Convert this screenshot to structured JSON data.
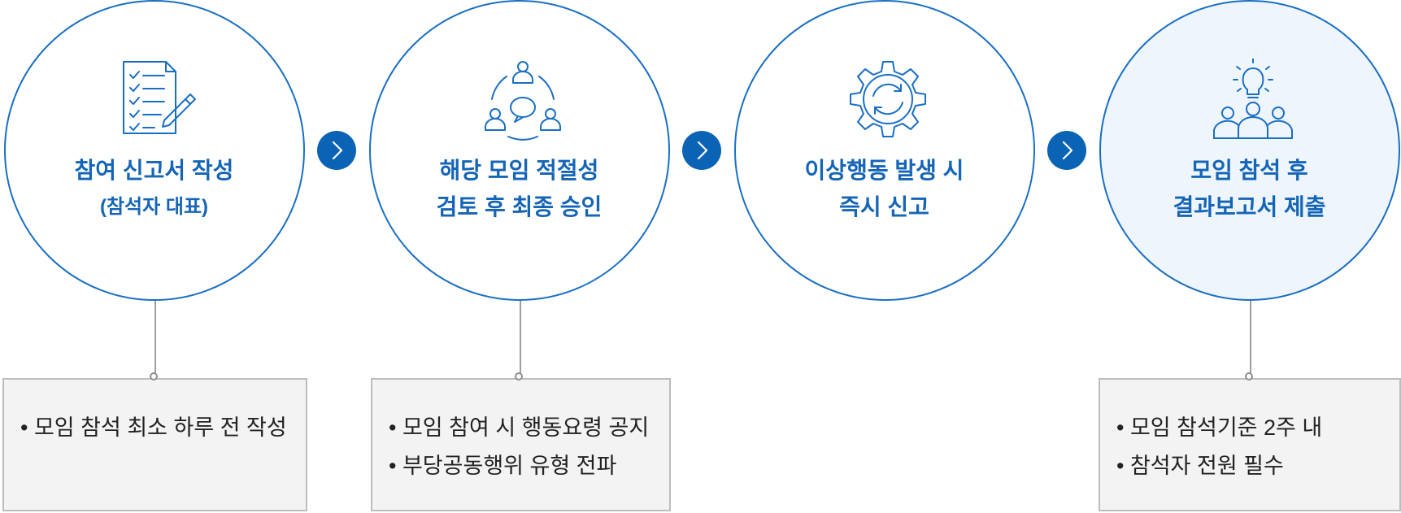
{
  "colors": {
    "accent": "#1565b7",
    "arrow": "#0b63b6",
    "circle_border": "#1a6fc4",
    "box_bg": "#f3f3f3"
  },
  "steps": [
    {
      "icon": "checklist-pencil-icon",
      "title_line1": "참여 신고서 작성",
      "title_line2": "(참석자 대표)",
      "notes": [
        "• 모임 참석 최소 하루 전 작성"
      ]
    },
    {
      "icon": "team-discussion-cycle-icon",
      "title_line1": "해당 모임 적절성",
      "title_line2": "검토 후 최종 승인",
      "notes": [
        "• 모임 참여 시 행동요령 공지",
        "• 부당공동행위 유형 전파"
      ]
    },
    {
      "icon": "gear-refresh-icon",
      "title_line1": "이상행동 발생 시",
      "title_line2": "즉시 신고",
      "notes": []
    },
    {
      "icon": "lightbulb-team-icon",
      "title_line1": "모임 참석 후",
      "title_line2": "결과보고서 제출",
      "notes": [
        "• 모임 참석기준 2주 내",
        "• 참석자 전원 필수"
      ]
    }
  ],
  "arrows": [
    "chevron-right-icon",
    "chevron-right-icon",
    "chevron-right-icon"
  ]
}
